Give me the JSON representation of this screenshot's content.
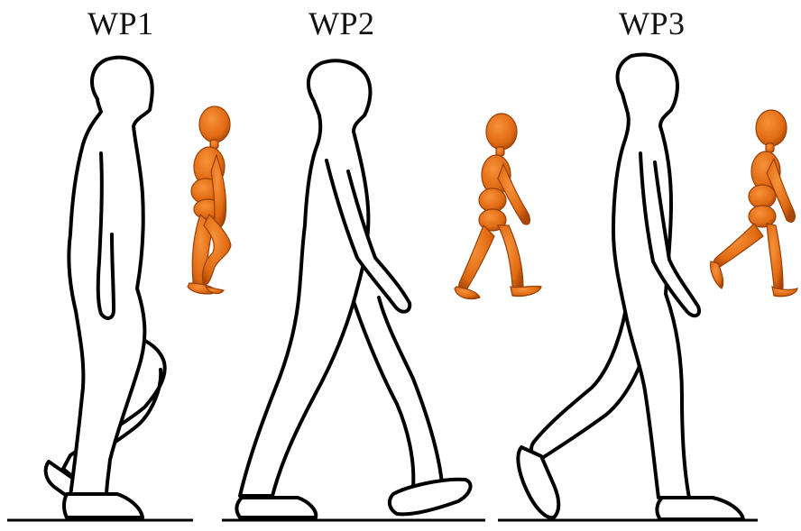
{
  "phases": [
    {
      "label": "WP1"
    },
    {
      "label": "WP2"
    },
    {
      "label": "WP3"
    }
  ],
  "colors": {
    "outline": "#000000",
    "robot_fill": "#e06a12",
    "robot_shade": "#b8500a",
    "ground": "#000000"
  },
  "icons": [
    "walking-human-outline",
    "walking-humanoid-robot"
  ]
}
